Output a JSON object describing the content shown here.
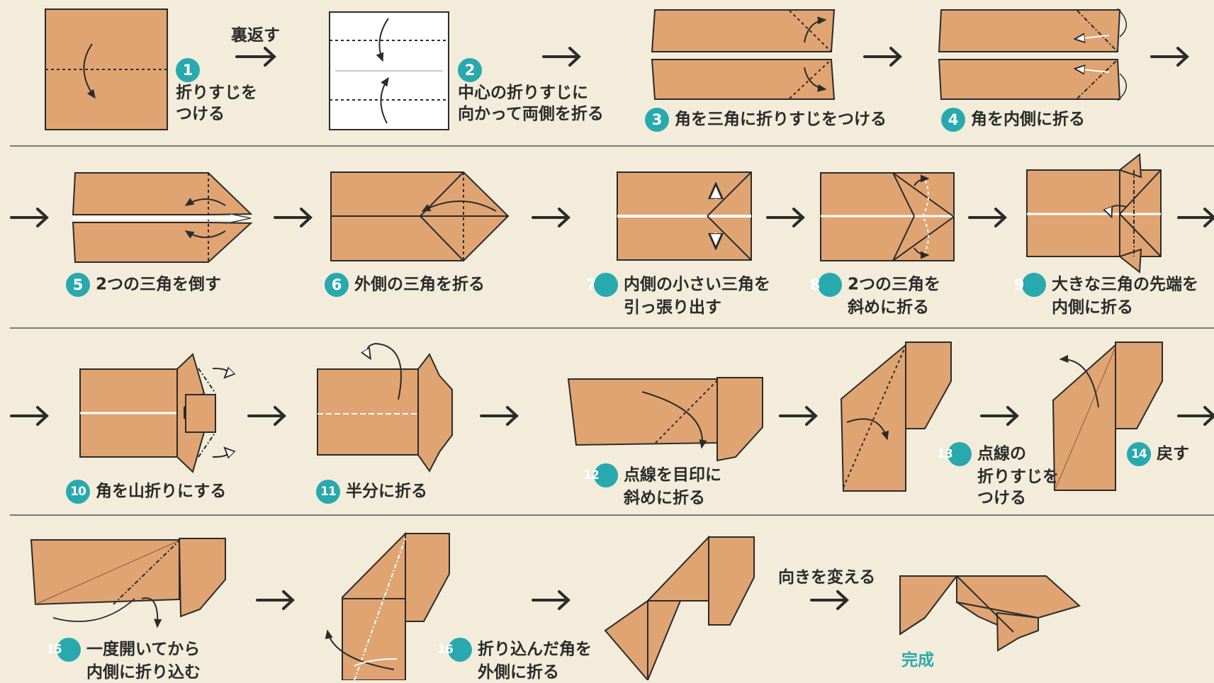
{
  "steps": [
    {
      "num": "1",
      "text": [
        "折りすじを",
        "つける"
      ]
    },
    {
      "num": "2",
      "text": [
        "中心の折りすじに",
        "向かって両側を折る"
      ]
    },
    {
      "num": "3",
      "text": [
        "角を三角に折りすじをつける"
      ]
    },
    {
      "num": "4",
      "text": [
        "角を内側に折る"
      ]
    },
    {
      "num": "5",
      "text": [
        "2つの三角を倒す"
      ]
    },
    {
      "num": "6",
      "text": [
        "外側の三角を折る"
      ]
    },
    {
      "num": "7",
      "text": [
        "内側の小さい三角を",
        "引っ張り出す"
      ]
    },
    {
      "num": "8",
      "text": [
        "2つの三角を",
        "斜めに折る"
      ]
    },
    {
      "num": "9",
      "text": [
        "大きな三角の先端を",
        "内側に折る"
      ]
    },
    {
      "num": "10",
      "text": [
        "角を山折りにする"
      ]
    },
    {
      "num": "11",
      "text": [
        "半分に折る"
      ]
    },
    {
      "num": "12",
      "text": [
        "点線を目印に",
        "斜めに折る"
      ]
    },
    {
      "num": "13",
      "text": [
        "点線の",
        "折りすじを",
        "つける"
      ]
    },
    {
      "num": "14",
      "text": [
        "戻す"
      ]
    },
    {
      "num": "15",
      "text": [
        "一度開いてから",
        "内側に折り込む"
      ]
    },
    {
      "num": "16",
      "text": [
        "折り込んだ角を",
        "外側に折る"
      ]
    }
  ],
  "flip_label": "裏返す",
  "turn_label": "向きを変える",
  "complete_label": "完成",
  "colors": {
    "paper": "#e0a472",
    "paper_back": "#ffffff",
    "background": "#f3ecdb",
    "accent": "#28a9ae",
    "line": "#2b2b2b"
  }
}
